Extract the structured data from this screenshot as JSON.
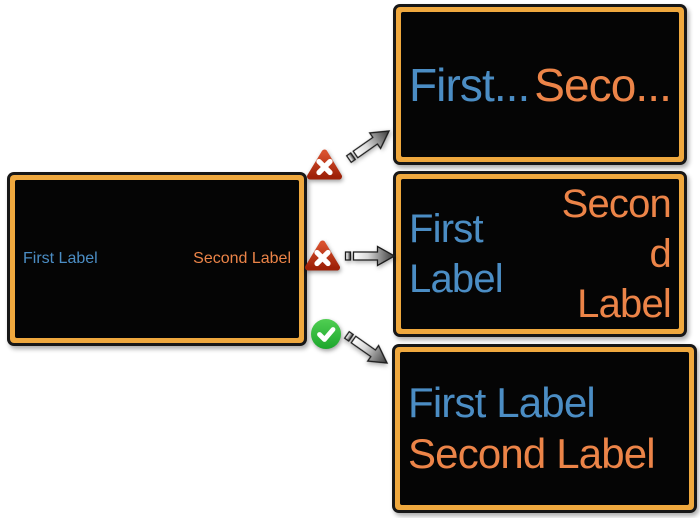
{
  "colors": {
    "blue": "#4B8DC4",
    "orange": "#EC8448",
    "gold": "#EFA83E",
    "screen": "#050505",
    "red": "#C23512",
    "green": "#2DBA33"
  },
  "source_screen": {
    "first_label": "First Label",
    "second_label": "Second Label"
  },
  "outcomes": {
    "truncated": {
      "first": "First...",
      "second": "Seco...",
      "verdict": "rejected"
    },
    "wrapped": {
      "first_lines": [
        "First",
        "Label"
      ],
      "second_lines": [
        "Secon",
        "d",
        "Label"
      ],
      "verdict": "rejected"
    },
    "stacked": {
      "first": "First Label",
      "second": "Second Label",
      "verdict": "accepted"
    }
  },
  "icons": {
    "reject": "x-triangle-icon",
    "accept": "check-circle-icon",
    "flow": "block-arrow-icon"
  }
}
